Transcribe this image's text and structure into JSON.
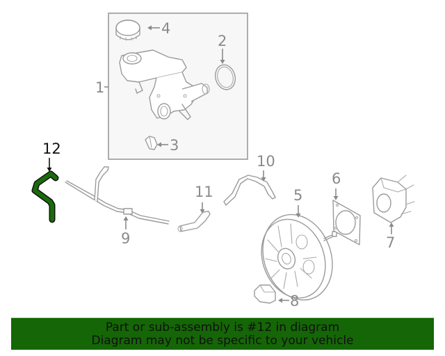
{
  "diagram": {
    "title": "Brake master cylinder / booster parts diagram",
    "highlighted_part": "12",
    "highlight_color": "#1a6b0a",
    "line_color": "#9a9a9a",
    "callouts": [
      {
        "id": "1",
        "label": "1"
      },
      {
        "id": "2",
        "label": "2"
      },
      {
        "id": "3",
        "label": "3"
      },
      {
        "id": "4",
        "label": "4"
      },
      {
        "id": "5",
        "label": "5"
      },
      {
        "id": "6",
        "label": "6"
      },
      {
        "id": "7",
        "label": "7"
      },
      {
        "id": "8",
        "label": "8"
      },
      {
        "id": "9",
        "label": "9"
      },
      {
        "id": "10",
        "label": "10"
      },
      {
        "id": "11",
        "label": "11"
      },
      {
        "id": "12",
        "label": "12"
      }
    ]
  },
  "banner": {
    "line1": "Part or sub-assembly is #12 in diagram",
    "line2": "Diagram may not be specific to your vehicle",
    "background": "#156606",
    "text_color": "#111111"
  }
}
